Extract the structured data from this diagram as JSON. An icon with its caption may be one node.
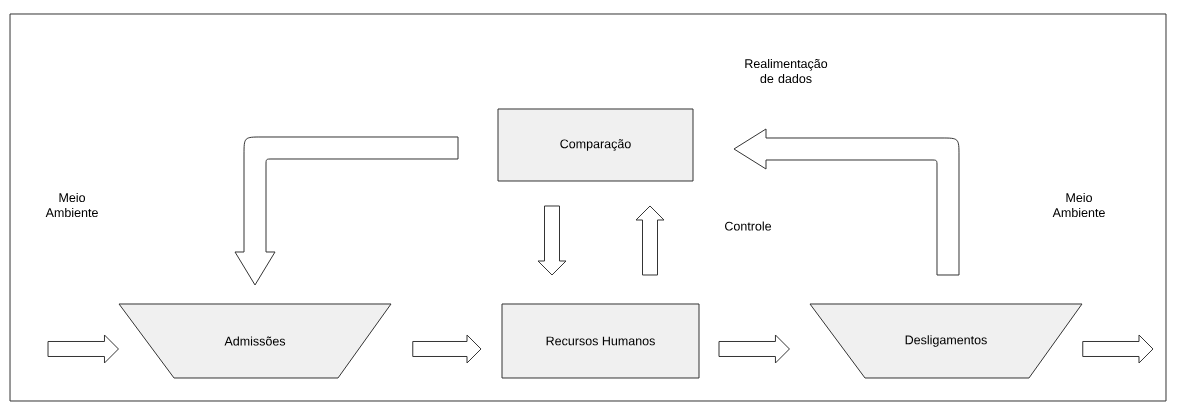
{
  "diagram": {
    "nodes": [
      {
        "text": [
          "Comparação"
        ]
      },
      {
        "text": [
          "Admissões"
        ]
      },
      {
        "text": [
          "Recursos Humanos"
        ]
      },
      {
        "text": [
          "Desligamentos"
        ]
      }
    ],
    "edges": [
      {
        "from": null,
        "to": 1,
        "arrow": "to"
      },
      {
        "from": 1,
        "to": 2,
        "arrow": "to"
      },
      {
        "from": 2,
        "to": 3,
        "arrow": "to"
      },
      {
        "from": 3,
        "to": null,
        "arrow": "to"
      },
      {
        "from": 0,
        "to": 2,
        "arrow": "to"
      },
      {
        "from": 2,
        "to": 0,
        "arrow": "to"
      },
      {
        "from": 0,
        "to": 1,
        "arrow": "to"
      },
      {
        "from": 3,
        "to": 0,
        "arrow": "to"
      }
    ],
    "labels": [
      "Meio Ambiente",
      "Realimentação de dados",
      "Controle",
      "Meio Ambiente"
    ]
  }
}
